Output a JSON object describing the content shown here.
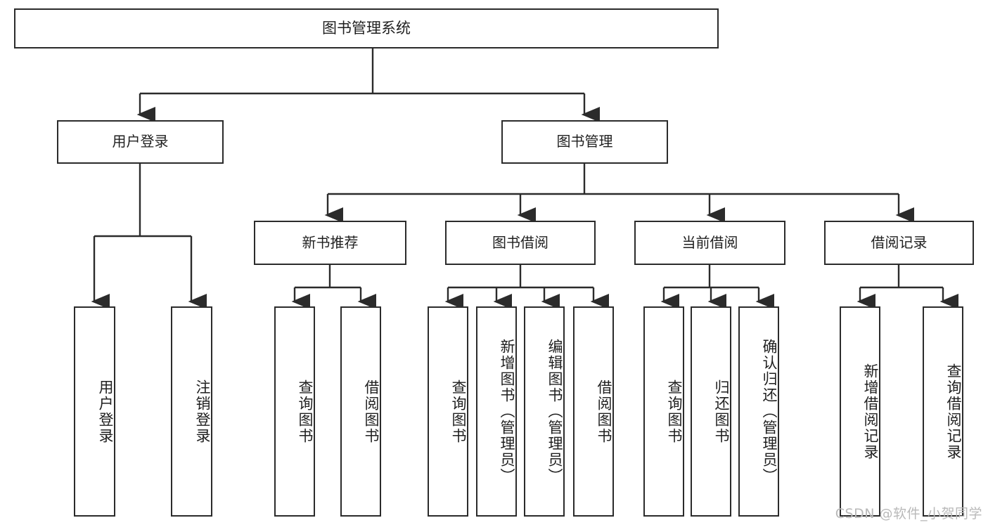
{
  "diagram": {
    "type": "tree-hierarchy-flowchart",
    "title": "图书管理系统",
    "colors": {
      "box_border": "#2b2b2b",
      "box_fill": "#ffffff",
      "connector": "#2b2b2b",
      "text": "#1f1f1f",
      "watermark": "#b9b9b9",
      "background": "#ffffff"
    },
    "root": {
      "label": "图书管理系统"
    },
    "level2": [
      {
        "id": "user-login",
        "label": "用户登录"
      },
      {
        "id": "book-management",
        "label": "图书管理"
      }
    ],
    "level3": [
      {
        "id": "new-book-recommend",
        "label": "新书推荐",
        "parent": "book-management"
      },
      {
        "id": "book-borrow",
        "label": "图书借阅",
        "parent": "book-management"
      },
      {
        "id": "current-borrow",
        "label": "当前借阅",
        "parent": "book-management"
      },
      {
        "id": "borrow-record",
        "label": "借阅记录",
        "parent": "book-management"
      }
    ],
    "leaves": {
      "user_login": [
        {
          "id": "leaf-user-login",
          "label": "用户登录"
        },
        {
          "id": "leaf-logout-login",
          "label": "注销登录"
        }
      ],
      "new_book_recommend": [
        {
          "id": "leaf-query-book-1",
          "label": "查询图书"
        },
        {
          "id": "leaf-borrow-book-1",
          "label": "借阅图书"
        }
      ],
      "book_borrow": [
        {
          "id": "leaf-query-book-2",
          "label": "查询图书"
        },
        {
          "id": "leaf-add-book",
          "label": "新增图书（管理员）"
        },
        {
          "id": "leaf-edit-book",
          "label": "编辑图书（管理员）"
        },
        {
          "id": "leaf-borrow-book-2",
          "label": "借阅图书"
        }
      ],
      "current_borrow": [
        {
          "id": "leaf-query-book-3",
          "label": "查询图书"
        },
        {
          "id": "leaf-return-book",
          "label": "归还图书"
        },
        {
          "id": "leaf-confirm-return",
          "label": "确认归还（管理员）"
        }
      ],
      "borrow_record": [
        {
          "id": "leaf-add-borrow-record",
          "label": "新增借阅记录"
        },
        {
          "id": "leaf-query-borrow-record",
          "label": "查询借阅记录"
        }
      ]
    },
    "watermark": "CSDN @软件_小贺同学"
  }
}
